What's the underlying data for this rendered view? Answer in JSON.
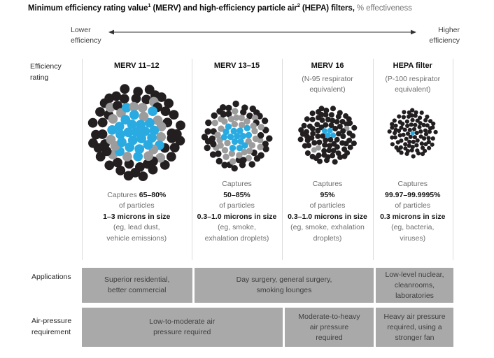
{
  "title": {
    "part1": "Minimum efficiency rating value",
    "sup1": "1",
    "part2": " (MERV) and high-efficiency particle air",
    "sup2": "2",
    "part3": " (HEPA) filters,",
    "suffix": " % effectiveness"
  },
  "scale": {
    "left_line1": "Lower",
    "left_line2": "efficiency",
    "right_line1": "Higher",
    "right_line2": "efficiency"
  },
  "row_labels": {
    "efficiency_line1": "Efficiency",
    "efficiency_line2": "rating",
    "applications": "Applications",
    "air_line1": "Air-pressure",
    "air_line2": "requirement"
  },
  "palette": {
    "dot_black": "#231f20",
    "dot_gray": "#9c9c9c",
    "dot_blue": "#29abe2",
    "box_gray": "#a9a9a9",
    "separator": "#dcdcdc",
    "arrow": "#333333",
    "text_dark": "#161616",
    "text_gray": "#6e6e6e"
  },
  "columns": [
    {
      "header": "MERV 11–12",
      "subheader_lines": [],
      "captures_inline": true,
      "captures_label": "Captures",
      "percent": "65–80%",
      "of_particles": "of particles",
      "size_bold": "1–3 microns in size",
      "example_lines": [
        "(eg, lead dust,",
        "vehicle emissions)"
      ],
      "cluster": {
        "dot_r": 6.9,
        "gap": 12.2,
        "rings": [
          {
            "n": 1,
            "p": "b"
          },
          {
            "n": 6,
            "p": "b"
          },
          {
            "n": 12,
            "p": "bbbbbbbbbbbg"
          },
          {
            "n": 18,
            "p": "ggbggbgbggbggbggbg"
          },
          {
            "n": 24,
            "p": "kkgkkkkkgkkkkkgkkkkgkkkk"
          },
          {
            "n": 28,
            "p": "k"
          }
        ]
      }
    },
    {
      "header": "MERV 13–15",
      "subheader_lines": [],
      "captures_inline": false,
      "captures_label": "Captures",
      "percent": "50–85%",
      "of_particles": "of particles",
      "size_bold": "0.3–1.0 microns in size",
      "example_lines": [
        "(eg, smoke,",
        "exhalation droplets)"
      ],
      "cluster": {
        "dot_r": 4.7,
        "gap": 8.8,
        "rings": [
          {
            "n": 1,
            "p": "b"
          },
          {
            "n": 6,
            "p": "b"
          },
          {
            "n": 12,
            "p": "bbgbbbgbbbgg"
          },
          {
            "n": 18,
            "p": "g"
          },
          {
            "n": 24,
            "p": "ggkgkkggkgkkkggkkgkkgkgk"
          },
          {
            "n": 28,
            "p": "k"
          }
        ]
      }
    },
    {
      "header": "MERV 16",
      "subheader_lines": [
        "(N-95 respirator",
        "equivalent)"
      ],
      "captures_inline": false,
      "captures_label": "Captures",
      "percent": "95%",
      "of_particles": "of particles",
      "size_bold": "0.3–1.0 microns in size",
      "example_lines": [
        "(eg, smoke, exhalation",
        "droplets)"
      ],
      "cluster": {
        "dot_r": 4.0,
        "gap": 7.5,
        "rings": [
          {
            "n": 1,
            "p": "b"
          },
          {
            "n": 6,
            "p": "bbkkkb"
          },
          {
            "n": 12,
            "p": "k"
          },
          {
            "n": 18,
            "p": "kkkkkkkgkkkkkkkkkk"
          },
          {
            "n": 24,
            "p": "kkkkkkkkgkkkkkkkkkkkkkgk"
          },
          {
            "n": 28,
            "p": "k"
          }
        ]
      }
    },
    {
      "header": "HEPA filter",
      "subheader_lines": [
        "(P-100 respirator",
        "equivalent)"
      ],
      "captures_inline": false,
      "captures_label": "Captures",
      "percent": "99.97–99.9995%",
      "of_particles": "of particles",
      "size_bold": "0.3 microns in size",
      "example_lines": [
        "(eg, bacteria,",
        "viruses)"
      ],
      "cluster": {
        "dot_r": 3.1,
        "gap": 6.3,
        "rings": [
          {
            "n": 1,
            "p": "b"
          },
          {
            "n": 6,
            "p": "k"
          },
          {
            "n": 12,
            "p": "k"
          },
          {
            "n": 18,
            "p": "k"
          },
          {
            "n": 24,
            "p": "k"
          },
          {
            "n": 28,
            "p": "k"
          }
        ]
      }
    }
  ],
  "applications_boxes": [
    {
      "lines": [
        "Superior residential,",
        "better commercial"
      ],
      "col_start": 1,
      "col_end": 1
    },
    {
      "lines": [
        "Day surgery, general surgery,",
        "smoking lounges"
      ],
      "col_start": 2,
      "col_end": 3
    },
    {
      "lines": [
        "Low-level nuclear,",
        "cleanrooms,",
        "laboratories"
      ],
      "col_start": 4,
      "col_end": 4
    }
  ],
  "air_boxes": [
    {
      "lines": [
        "Low-to-moderate air",
        "pressure required"
      ],
      "col_start": 1,
      "col_end": 2
    },
    {
      "lines": [
        "Moderate-to-heavy",
        "air pressure",
        "required"
      ],
      "col_start": 3,
      "col_end": 3
    },
    {
      "lines": [
        "Heavy air pressure",
        "required, using a",
        "stronger fan"
      ],
      "col_start": 4,
      "col_end": 4
    }
  ]
}
